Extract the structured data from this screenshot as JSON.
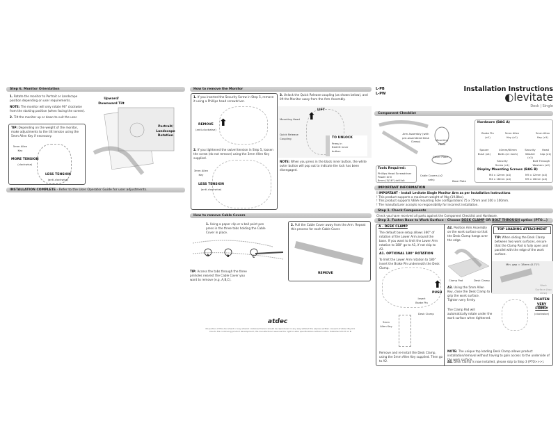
{
  "col1": {
    "step6_title": "Step 6. Monitor Orientation",
    "s1_num": "1.",
    "s1": "Rotate the monitor to Portrait or Landscape position depending on user requirements.",
    "note_lbl": "NOTE:",
    "note": "The monitor will only rotate 90° clockwise from the starting position (when facing the screen).",
    "s2_num": "2.",
    "s2": "Tilt the monitor up or down to suit the user.",
    "tip_lbl": "TIP:",
    "tip": "Depending on the weight of the monitor, make adjustments to the tilt tension using the 5mm Allen Key if necessary.",
    "allen_key": "5mm Allen Key",
    "more_tension": "MORE TENSION",
    "more_dir": "(clockwise)",
    "less_tension": "LESS TENSION",
    "less_dir": "(anti-clockwise)",
    "tilt": "Upward/ Downward Tilt",
    "rotation": "Portrait/ Landscape Rotation",
    "complete_lbl": "INSTALLATION COMPLETE",
    "complete": "- Refer to the User Operator Guide for user adjustments."
  },
  "col2": {
    "remove_title": "How to remove the Monitor",
    "r1_num": "1.",
    "r1": "If you inserted the Security Screw in Step 5, remove it using a Phillips head screwdriver.",
    "remove": "REMOVE",
    "remove_dir": "(anti-clockwise)",
    "r2_num": "2.",
    "r2": "If you tightened the swivel tension in Step 5, loosen the screw (do not remove) using the 3mm Allen Key supplied.",
    "allen3": "3mm Allen Key",
    "less_tension": "LESS TENSION",
    "less_dir": "(anti-clockwise)",
    "r3_num": "3.",
    "r3": "Unlock the Quick Release coupling (as shown below), and lift the Monitor away from the Arm Assembly.",
    "lift": "LIFT",
    "mounting_head": "Mounting Head",
    "qr": "Quick Release Coupling",
    "to_unlock": "TO UNLOCK",
    "press": "Press in BLACK inner button",
    "note_lbl": "NOTE:",
    "note": "When you press in the black inner button, the white outer button will pop out to indicate the lock has been disengaged.",
    "cable_title": "How to remove Cable Covers",
    "c1_num": "1.",
    "c1": "Using a paper clip or a ball point pen press in the three tabs holding the Cable Cover in place.",
    "tabs": [
      "A",
      "B",
      "C"
    ],
    "tip_lbl": "TIP:",
    "tip": "Access the tabs through the three pinholes nearest the Cable Cover you want to remove (e.g. A,B,C).",
    "c2_num": "2.",
    "c2": "Pull the Cable Cover away from the Arm. Repeat this process for each Cable Cover.",
    "remove2": "REMOVE",
    "logo": "atdec",
    "footer1": "No portion of this document or any artwork contained herein should be reproduced in any way without the express written consent of Atdec Pty Ltd.",
    "footer2": "Due to the continuing product development, the manufacturer reserves the right to alter specifications without notice. Published 20.07.11 B"
  },
  "col3": {
    "models": [
      "L-PB",
      "L-PW"
    ],
    "title": "Installation Instructions",
    "brand": "levitate",
    "sub": "Desk | Single",
    "checklist_title": "Component Checklist",
    "arm": "Arm Assembly (with pre-assembled Desk Clamp)",
    "mounting_head": "Mounting Head",
    "cover_plate": "Cover Plate",
    "cable_covers": "Cable Covers (x2 sets)",
    "base_plate": "Base Plate",
    "tools_title": "Tools Required:",
    "tools": [
      "Phillips Head Screwdriver",
      "Power drill",
      "8mm (5/16\") drill bit"
    ],
    "hw_title": "Hardware (BAG A)",
    "hw": [
      "Brake Pin (x1)",
      "5mm Allen Key (x1)",
      "3mm Allen Key (x1)",
      "Spacer Bush (x4)",
      "40mm/60mm Bolts (x1 each)",
      "Security Washer (x1)",
      "Head Cap (x1)",
      "Security Screw (x1)",
      "Bolt Through Washers (x2)"
    ],
    "dms_title": "Display Mounting Screws (BAG B)",
    "dms": [
      "M4 x 12mm (x4)",
      "M4 x 16mm (x4)",
      "M5 x 12mm (x4)",
      "M5 x 16mm (x4)"
    ],
    "important_title": "IMPORTANT INFORMATION",
    "important": [
      "! IMPORTANT - Install Levitate Single Monitor Arm as per Installation Instructions",
      "! This product supports a maximum weight of 9kg (19.8lbs).",
      "! This product supports VESA mounting hole configurations 75 x 75mm and 100 x 100mm.",
      "! The manufacturer accepts no responsibility for incorrect installation."
    ],
    "step1_title": "Step 1. Check Components",
    "step1": "Check you have received all parts against the Component Checklist and Hardware.",
    "step2_title": "Step 2. Fasten Base to Work Surface - Choose ",
    "step2_opt1": "DESK CLAMP",
    "step2_or": " OR ",
    "step2_opt2": "BOLT THROUGH",
    "step2_tail": " option",
    "pto": "(PTO...)",
    "a_title": "A - DESK CLAMP",
    "a_text": "The default base setup allows 360° of rotation of the Lower Arm around the base. If you want to limit the Lower Arm rotation to 180° go to A1, if not skip to A2.",
    "a1_title": "A1. OPTIONAL 180° ROTATION",
    "a1": "To limit the Lower Arm rotation to 180° insert the Brake Pin underneath the Desk Clamp.",
    "push": "PUSH",
    "insert": "Insert Brake Pin",
    "desk_clamp": "Desk Clamp",
    "allen5": "5mm Allen Key",
    "a1_end": "Remove and re-install the Desk Clamp, using the 5mm Allen Key supplied. Then go to A2.",
    "a2_lbl": "A2.",
    "a2": "Position Arm Assembly on the work surface so that the Desk Clamp hangs over the edge.",
    "desk_clamp2": "Desk Clamp",
    "clamp_pad": "Clamp Pad",
    "a3_lbl": "A3.",
    "a3": "Using the 5mm Allen Key, close the Desk Clamp to grip the work surface. Tighten very firmly.",
    "auto": "The Clamp Pad will automatically rotate under the work surface when tightened.",
    "top_title": "TOP LOADING ATTACHMENT",
    "top_tip_lbl": "TIP:",
    "top_tip": "When sliding the Desk Clamp between two work surfaces, ensure that the Clamp Pad is fully open and parallel with the edge of the work surface.",
    "gap": "Min. gap = 18mm (0.71\")",
    "work_surface": "Work Surface (top view)",
    "tighten": "TIGHTEN",
    "very_firmly": "VERY FIRMLY",
    "tighten_dir": "(clockwise)",
    "note_lbl": "NOTE:",
    "note": "The unique top loading Desk Clamp allows product installation/removal without having to gain access to the underside of the work surface.",
    "a4_lbl": "A4.",
    "a4": "Desk Clamp is now installed, please skip to Step 3 (PTO>>>)."
  },
  "colors": {
    "header_bar": "#c8c8c8",
    "text": "#333333"
  }
}
